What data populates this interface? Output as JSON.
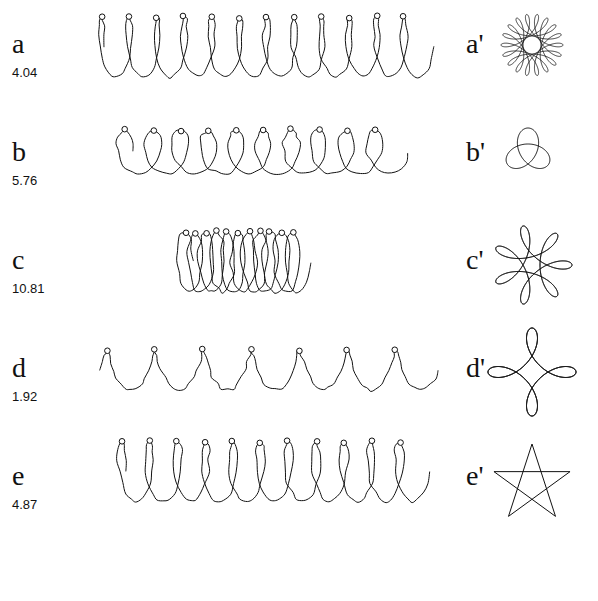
{
  "diagram": {
    "labels": [
      "a",
      "4.04",
      "b",
      "5.76",
      "c",
      "10.81",
      "d",
      "1.92",
      "e",
      "4.87",
      "a'",
      "b'",
      "c'",
      "d'",
      "e'"
    ]
  }
}
